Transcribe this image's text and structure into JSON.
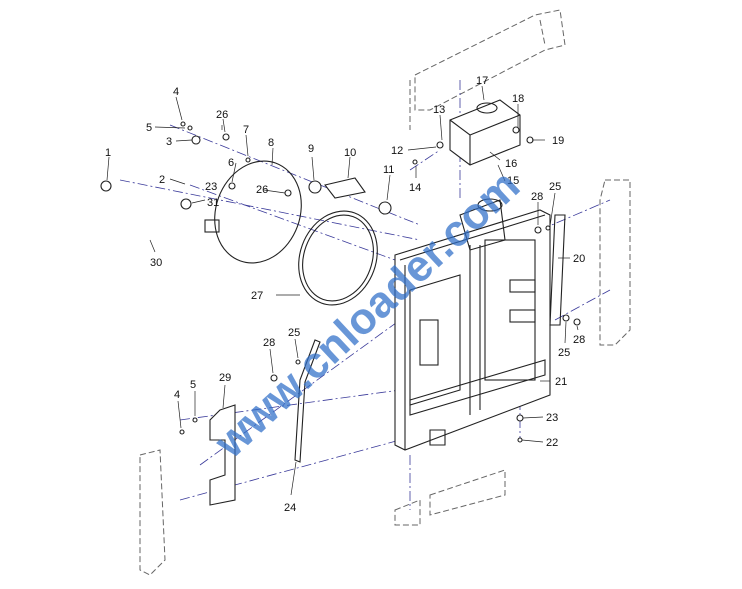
{
  "callouts": [
    {
      "id": "c1",
      "text": "1"
    },
    {
      "id": "c2",
      "text": "2"
    },
    {
      "id": "c3",
      "text": "3"
    },
    {
      "id": "c4a",
      "text": "4"
    },
    {
      "id": "c4b",
      "text": "4"
    },
    {
      "id": "c5a",
      "text": "5"
    },
    {
      "id": "c5b",
      "text": "5"
    },
    {
      "id": "c6",
      "text": "6"
    },
    {
      "id": "c7",
      "text": "7"
    },
    {
      "id": "c8",
      "text": "8"
    },
    {
      "id": "c9",
      "text": "9"
    },
    {
      "id": "c10",
      "text": "10"
    },
    {
      "id": "c11",
      "text": "11"
    },
    {
      "id": "c12",
      "text": "12"
    },
    {
      "id": "c13",
      "text": "13"
    },
    {
      "id": "c14",
      "text": "14"
    },
    {
      "id": "c15",
      "text": "15"
    },
    {
      "id": "c16",
      "text": "16"
    },
    {
      "id": "c17",
      "text": "17"
    },
    {
      "id": "c18",
      "text": "18"
    },
    {
      "id": "c19",
      "text": "19"
    },
    {
      "id": "c20",
      "text": "20"
    },
    {
      "id": "c21",
      "text": "21"
    },
    {
      "id": "c22",
      "text": "22"
    },
    {
      "id": "c23a",
      "text": "23"
    },
    {
      "id": "c23b",
      "text": "23"
    },
    {
      "id": "c24",
      "text": "24"
    },
    {
      "id": "c25a",
      "text": "25"
    },
    {
      "id": "c25b",
      "text": "25"
    },
    {
      "id": "c25c",
      "text": "25"
    },
    {
      "id": "c26a",
      "text": "26"
    },
    {
      "id": "c26b",
      "text": "26"
    },
    {
      "id": "c27",
      "text": "27"
    },
    {
      "id": "c28a",
      "text": "28"
    },
    {
      "id": "c28b",
      "text": "28"
    },
    {
      "id": "c28c",
      "text": "28"
    },
    {
      "id": "c29",
      "text": "29"
    },
    {
      "id": "c30",
      "text": "30"
    },
    {
      "id": "c31",
      "text": "31"
    }
  ],
  "watermark": "www.cnloader.com"
}
